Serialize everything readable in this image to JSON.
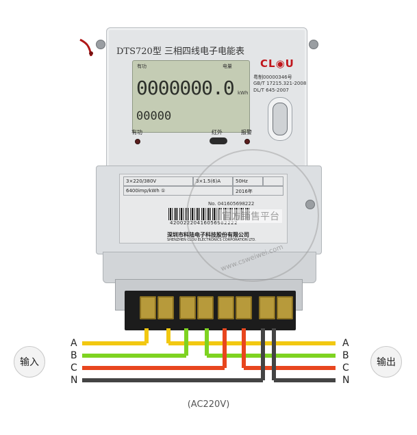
{
  "meter": {
    "title": "DTS720型  三相四线电子电能表",
    "logo": "CL◉U",
    "lcd_label_active": "有功",
    "lcd_label_energy": "电量",
    "lcd_reading": "0000000.0",
    "lcd_unit": "kWh",
    "lcd_sub": "00000",
    "spec_lines": [
      "粤制00000346号",
      "GB/T 17215.321-2008",
      "DL/T 645-2007"
    ],
    "indicator_active": "有功",
    "indicator_ir": "红外",
    "indicator_alarm": "报警"
  },
  "nameplate": {
    "voltage": "3×220/380V",
    "current": "3×1.5(6)A",
    "frequency": "50Hz",
    "constant": "6400imp/kWh ①",
    "year": "2016年",
    "barcode_top": "No. 041605698222",
    "barcode_number": "42002220416056982222",
    "maker": "深圳市科陆电子科技股份有限公司",
    "maker_en": "SHENZHEN CLOU ELECTRONICS CORPORATION LTD."
  },
  "watermark": {
    "text": "官方销售平台",
    "url": "www.csweiwei.com"
  },
  "wiring": {
    "phases_left": [
      "A",
      "B",
      "C",
      "N"
    ],
    "phases_right": [
      "A",
      "B",
      "C",
      "N"
    ],
    "input_label": "输入",
    "output_label": "输出",
    "caption": "(AC220V)",
    "colors": {
      "A": "#f2c811",
      "B": "#7ed321",
      "C": "#e8461e",
      "N": "#444444"
    }
  }
}
